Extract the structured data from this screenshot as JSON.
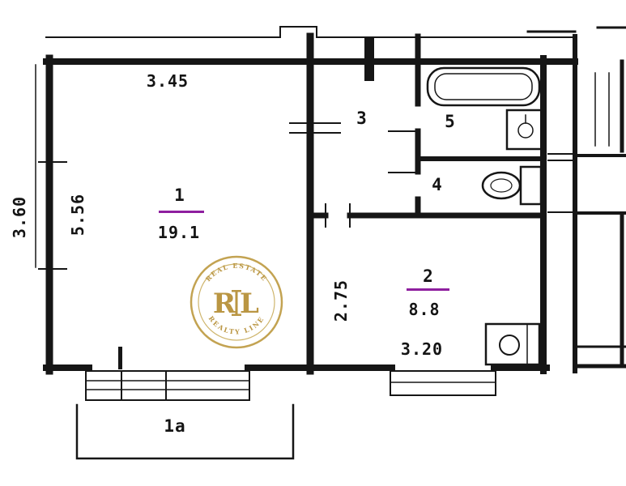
{
  "labels": {
    "dim_top": "3.45",
    "dim_left": "5.56",
    "dim_outer_left": "3.60",
    "room1_number": "1",
    "room1_area": "19.1",
    "room2_number": "2",
    "room2_area": "8.8",
    "room2_width": "3.20",
    "room2_depth": "2.75",
    "room3_number": "3",
    "room4_number": "4",
    "room5_number": "5",
    "balcony_label": "1а"
  },
  "watermark": {
    "letter_left": "R",
    "letter_right": "L",
    "top_arc": "REAL ESTATE",
    "bottom_arc": "REALTY LINE",
    "color": "#b8923c"
  },
  "colors": {
    "line": "#161616",
    "underline": "#8e1f9f",
    "background": "#ffffff"
  }
}
